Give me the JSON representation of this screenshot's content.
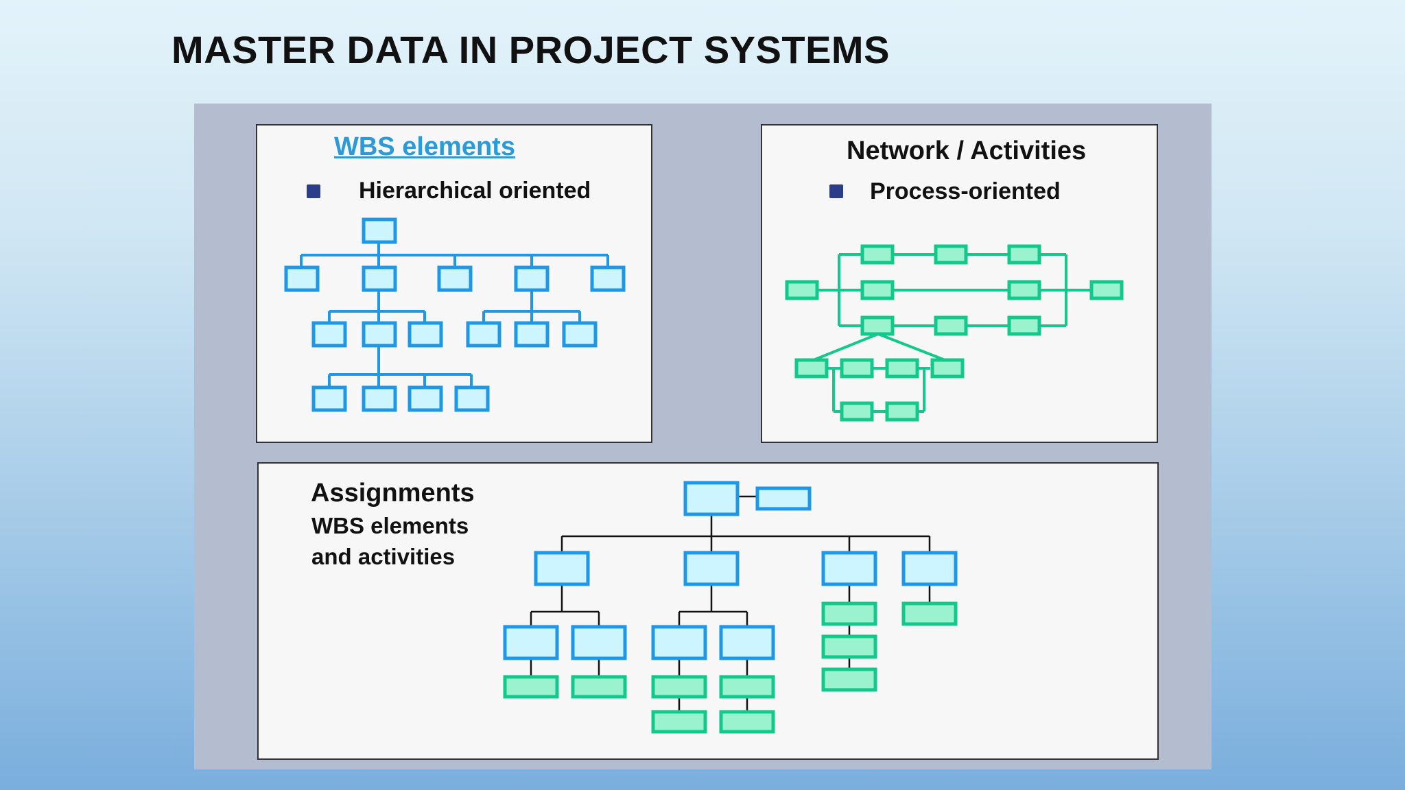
{
  "slide": {
    "title": "MASTER DATA IN PROJECT SYSTEMS"
  },
  "wbs_panel": {
    "heading": "WBS elements",
    "bullet_text": "Hierarchical oriented"
  },
  "network_panel": {
    "heading": "Network / Activities",
    "bullet_text": "Process-oriented"
  },
  "assignments_panel": {
    "heading": "Assignments",
    "line2": "WBS elements",
    "line3": "and activities"
  },
  "colors": {
    "wbs_blue": "#1e98e6",
    "activity_green": "#12c98b",
    "bullet_navy": "#2b3d8a"
  }
}
